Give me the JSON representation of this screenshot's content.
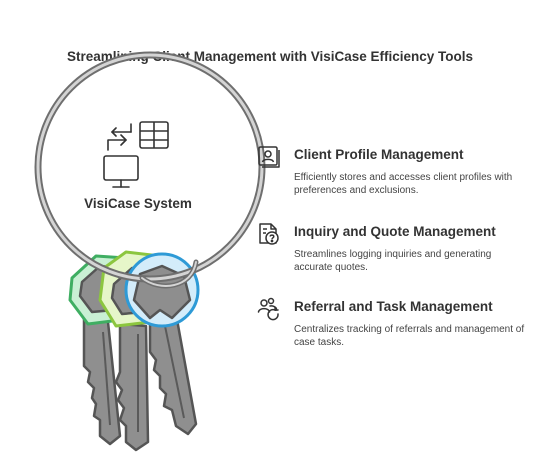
{
  "title": "Streamlining Client Management with VisiCase Efficiency Tools",
  "center": {
    "label": "VisiCase System"
  },
  "items": [
    {
      "heading": "Client Profile Management",
      "description": "Efficiently stores and accesses client profiles with preferences and exclusions.",
      "icon": "client-profile-icon"
    },
    {
      "heading": "Inquiry and Quote Management",
      "description": "Streamlines logging inquiries and generating accurate quotes.",
      "icon": "inquiry-quote-icon"
    },
    {
      "heading": "Referral and Task Management",
      "description": "Centralizes tracking of referrals and management of case tasks.",
      "icon": "referral-task-icon"
    }
  ],
  "colors": {
    "key_metal": "#8a8a8a",
    "ring": "#9e9e9e",
    "tag_green": "#6fd08a",
    "tag_lime": "#b8e07a",
    "tag_blue": "#4bb6e8"
  }
}
